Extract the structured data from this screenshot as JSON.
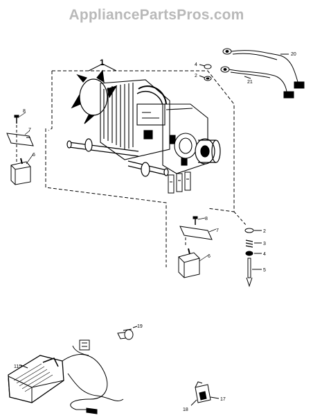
{
  "watermark": "AppliancePartsPros.com",
  "callouts": {
    "motor_assembly": "1",
    "washer_top": "2",
    "nut_top": "4",
    "screw_left": "8",
    "bracket_left": "7",
    "block_left": "6",
    "screw_mid": "8",
    "bracket_mid": "7",
    "block_mid": "6",
    "washer_right": "2",
    "spring_right": "3",
    "nut_right": "4",
    "bolt_right": "5",
    "lead_20": "20",
    "lead_21": "21",
    "bulb": "19",
    "foot_control": "115",
    "clip_18": "18",
    "clip_17": "17"
  },
  "colors": {
    "line": "#000000",
    "watermark": "#b9b9b9"
  }
}
